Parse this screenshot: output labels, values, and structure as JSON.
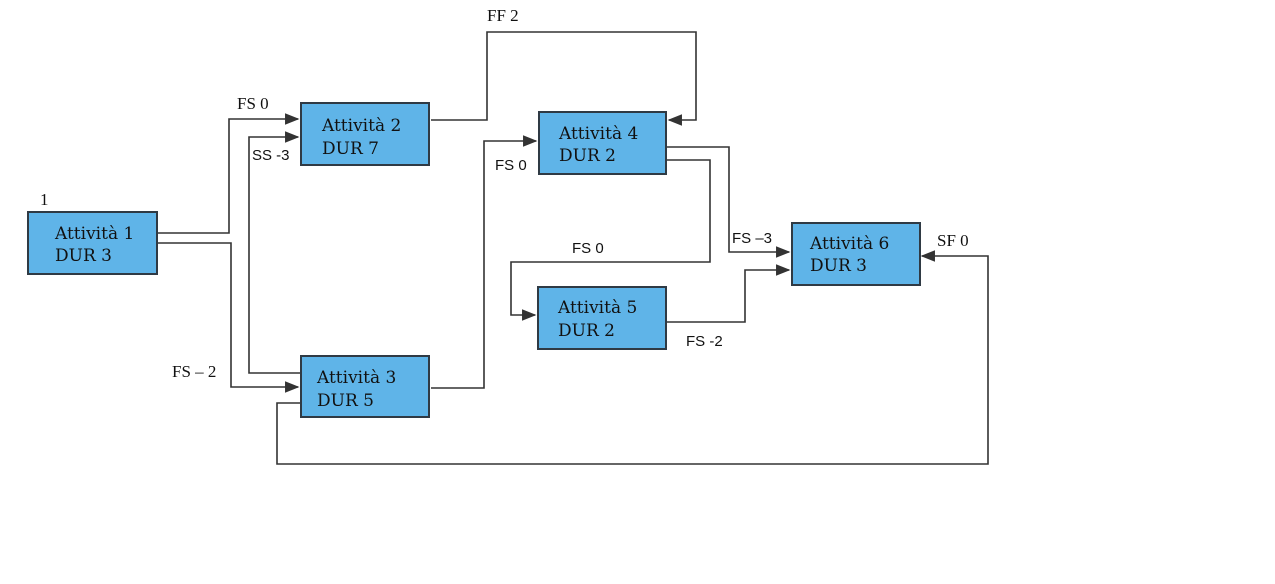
{
  "node_number": "1",
  "activities": [
    {
      "name": "Attività 1",
      "duration": "DUR 3"
    },
    {
      "name": "Attività 2",
      "duration": "DUR 7"
    },
    {
      "name": "Attività 3",
      "duration": "DUR 5"
    },
    {
      "name": "Attività 4",
      "duration": "DUR 2"
    },
    {
      "name": "Attività 5",
      "duration": "DUR 2"
    },
    {
      "name": "Attività 6",
      "duration": "DUR 3"
    }
  ],
  "links": {
    "a1_a2": "FS 0",
    "a3_a2": "SS -3",
    "a1_a3": "FS – 2",
    "a2_a4": "FF 2",
    "a3_a4": "FS 0",
    "a4_a5": "FS 0",
    "a4_a6": "FS –3",
    "a5_a6": "FS  -2",
    "a3_a6": "SF 0"
  }
}
